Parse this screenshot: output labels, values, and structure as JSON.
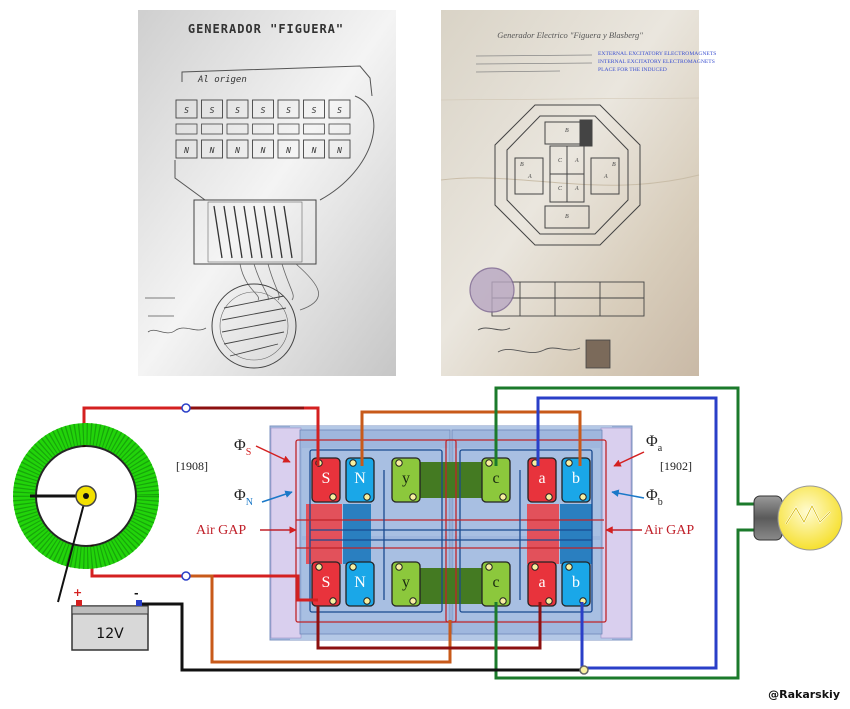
{
  "left_sheet": {
    "title": "GENERADOR \"FIGUERA\"",
    "origin_label": "Al origen",
    "top_row_letters": [
      "S",
      "S",
      "S",
      "S",
      "S",
      "S",
      "S"
    ],
    "bottom_row_letters": [
      "N",
      "N",
      "N",
      "N",
      "N",
      "N",
      "N"
    ]
  },
  "right_sheet": {
    "title": "Generador Electrico \"Figuera y Blasberg\"",
    "legend_lines": [
      "EXTERNAL EXCITATORY ELECTROMAGNETS",
      "INTERNAL EXCITATORY ELECTROMAGNETS",
      "PLACE FOR THE INDUCED"
    ],
    "cell_letters": [
      "B",
      "B",
      "A",
      "A",
      "C",
      "A",
      "C",
      "A",
      "B",
      "B"
    ]
  },
  "schematic": {
    "magnets": {
      "top": [
        "S",
        "N",
        "y",
        "c",
        "a",
        "b"
      ],
      "bottom": [
        "S",
        "N",
        "y",
        "c",
        "a",
        "b"
      ]
    },
    "flux_labels": {
      "phi_s": {
        "symbol": "Φ",
        "sub": "S"
      },
      "phi_n": {
        "symbol": "Φ",
        "sub": "N"
      },
      "phi_a": {
        "symbol": "Φ",
        "sub": "a"
      },
      "phi_b": {
        "symbol": "Φ",
        "sub": "b"
      }
    },
    "year_left": "[1908]",
    "year_right": "[1902]",
    "air_gap_left": "Air GAP",
    "air_gap_right": "Air GAP",
    "battery_label": "12V",
    "battery_plus": "+",
    "battery_minus": "-",
    "credit": "@Rakarskiy"
  },
  "colors": {
    "wire_red": "#d42020",
    "wire_orange": "#c85a1a",
    "wire_darkred": "#8c1010",
    "wire_green": "#1b7a2b",
    "wire_blue": "#2a3fc8",
    "wire_black": "#111111",
    "core_outer": "#b4c8e6",
    "core_inner": "#d9cfee",
    "magnet_s": "#e8333c",
    "magnet_n": "#1aa7e8",
    "magnet_y": "#8cc83c",
    "ring_green": "#22d40a",
    "bulb_yellow": "#ffee55"
  }
}
